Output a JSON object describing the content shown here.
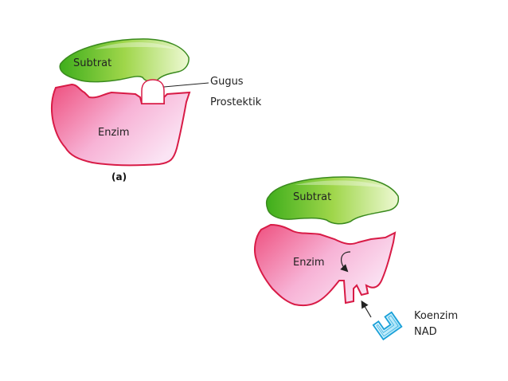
{
  "colors": {
    "enzyme_stroke": "#d81b46",
    "enzyme_fill_dark": "#ee4f7e",
    "enzyme_fill_light": "#fbe4f4",
    "substrate_stroke": "#3a8a1e",
    "substrate_fill_dark": "#3fae1c",
    "substrate_fill_light": "#eef9d4",
    "coenzyme_stroke": "#1aa0d8",
    "coenzyme_fill": "#c8eefb",
    "line": "#222222"
  },
  "panel_a": {
    "substrate_label": "Subtrat",
    "enzyme_label": "Enzim",
    "prosthetic_label_line1": "Gugus",
    "prosthetic_label_line2": "Prostektik",
    "caption": "(a)"
  },
  "panel_b": {
    "substrate_label": "Subtrat",
    "enzyme_label": "Enzim",
    "coenzyme_label_line1": "Koenzim",
    "coenzyme_label_line2": "NAD"
  }
}
